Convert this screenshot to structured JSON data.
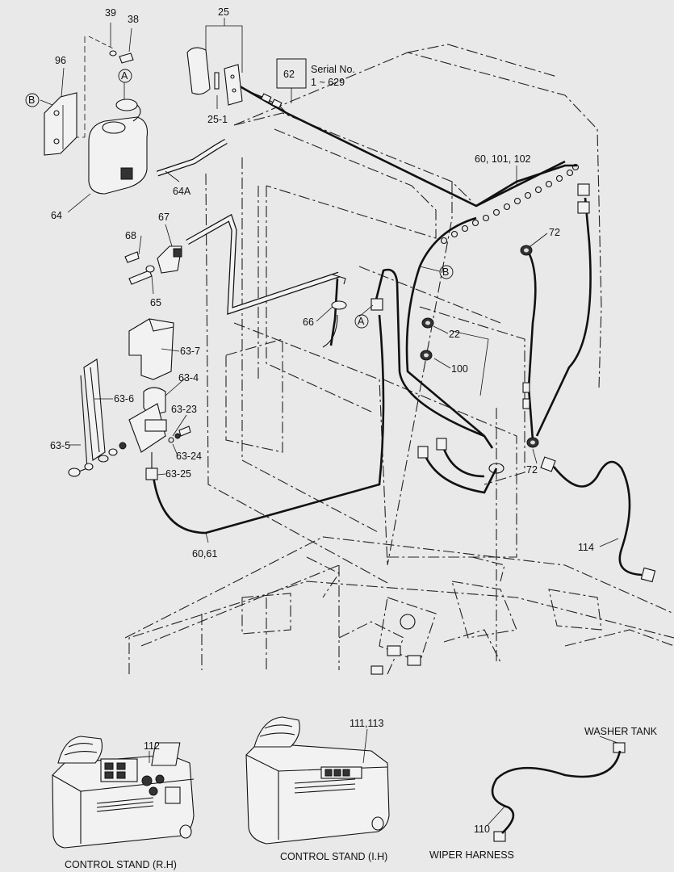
{
  "labels": {
    "l39": "39",
    "l38": "38",
    "l25": "25",
    "l96": "96",
    "lA1": "A",
    "lB1": "B",
    "l62": "62",
    "serial_title": "Serial No.",
    "serial_range": "1 ~ 629",
    "l25_1": "25-1",
    "l64": "64",
    "l64A": "64A",
    "l60_101_102": "60, 101, 102",
    "l67": "67",
    "l68": "68",
    "l65": "65",
    "l72a": "72",
    "lB2": "B",
    "l66": "66",
    "lA2": "A",
    "l22": "22",
    "l100": "100",
    "l63_7": "63-7",
    "l63_4": "63-4",
    "l63_6": "63-6",
    "l63_23": "63-23",
    "l63_5": "63-5",
    "l63_24": "63-24",
    "l63_25": "63-25",
    "l72b": "72",
    "l114": "114",
    "l60_61": "60,61",
    "l112": "112",
    "l111_113": "111,113",
    "l110": "110"
  },
  "captions": {
    "control_stand_rh": "CONTROL STAND (R.H)",
    "control_stand_lh": "CONTROL STAND (I.H)",
    "wiper_harness": "WIPER HARNESS",
    "washer_tank": "WASHER TANK"
  }
}
